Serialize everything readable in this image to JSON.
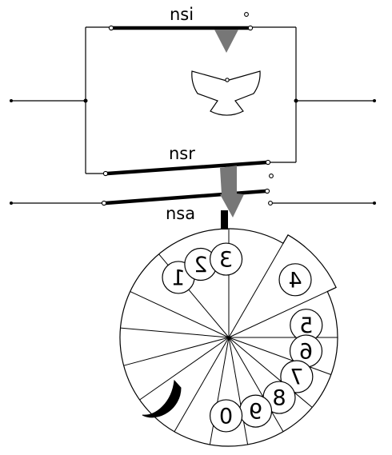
{
  "labels": {
    "nsi": "nsi",
    "nsr": "nsr",
    "nsa": "nsa"
  },
  "dial": {
    "digits": [
      "1",
      "2",
      "3",
      "4",
      "5",
      "6",
      "7",
      "8",
      "9",
      "0"
    ]
  },
  "colors": {
    "line": "#000000",
    "cam": "#777777",
    "background": "#ffffff"
  }
}
